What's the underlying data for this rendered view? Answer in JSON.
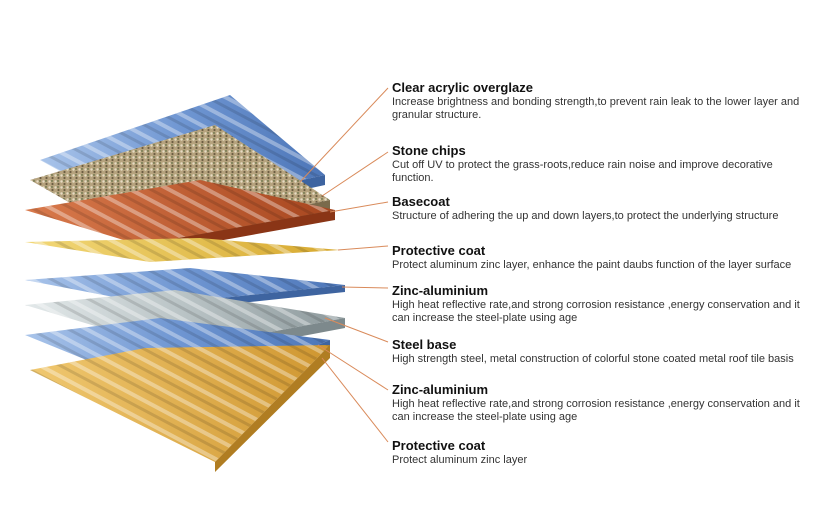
{
  "layers": [
    {
      "title": "Clear acrylic overglaze",
      "description": "Increase brightness and bonding strength,to prevent rain leak to the lower layer and granular structure.",
      "color": "#7ea6d8"
    },
    {
      "title": "Stone chips",
      "description": "Cut off UV to protect the grass-roots,reduce rain noise and improve decorative function.",
      "color": "#b8a886"
    },
    {
      "title": "Basecoat",
      "description": "Structure of adhering the up and down layers,to protect the underlying structure",
      "color": "#c05a2e"
    },
    {
      "title": "Protective coat",
      "description": "Protect aluminum zinc layer, enhance the paint daubs function of the layer surface",
      "color": "#e6c23a"
    },
    {
      "title": "Zinc-aluminium",
      "description": "High heat reflective rate,and strong corrosion resistance ,energy conservation and it can increase the steel-plate using age",
      "color": "#6f9bd6"
    },
    {
      "title": "Steel base",
      "description": "High strength steel, metal construction of colorful stone coated metal roof tile basis",
      "color": "#bfc7c9"
    },
    {
      "title": "Zinc-aluminium",
      "description": "High heat reflective rate,and strong corrosion resistance ,energy conservation and it can increase the steel-plate using age",
      "color": "#6f9bd6"
    },
    {
      "title": "Protective coat",
      "description": "Protect aluminum zinc layer",
      "color": "#e0b445"
    }
  ],
  "leader_line_color": "#d98a5a"
}
